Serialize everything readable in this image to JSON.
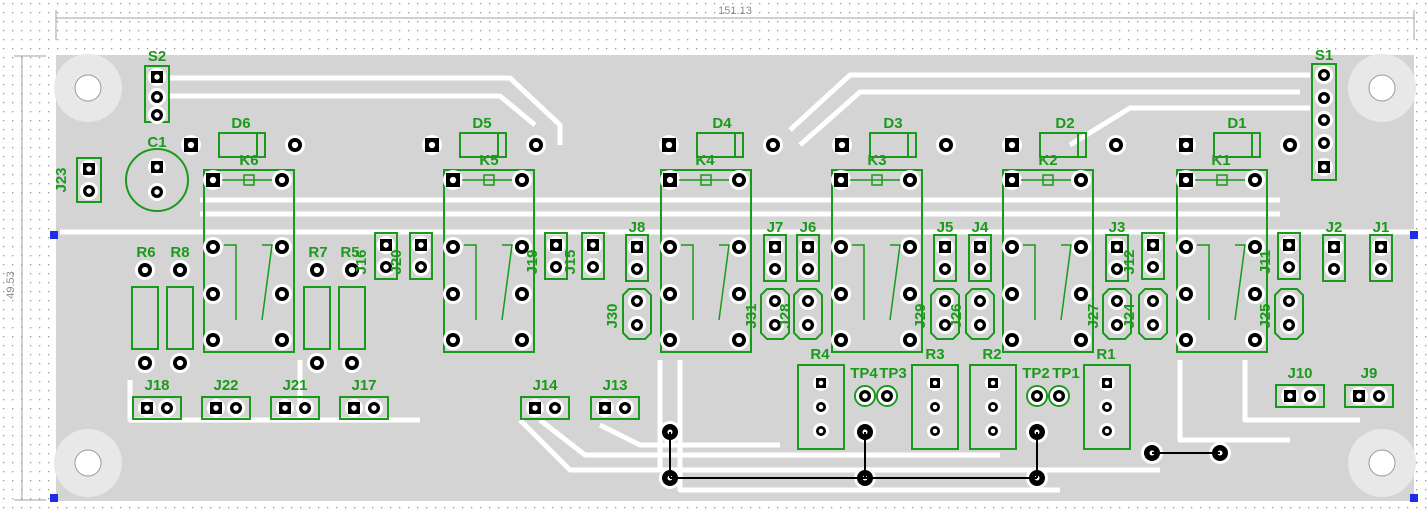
{
  "dimensions": {
    "width": "151.13",
    "height": "49.53"
  },
  "colors": {
    "copper": "#c8c8c8",
    "silk": "#1a9a1a",
    "background": "#ffffff",
    "pad": "#000000",
    "handle": "#1e2ee8"
  },
  "labels": {
    "S1": "S1",
    "S2": "S2",
    "C1": "C1",
    "D1": "D1",
    "D2": "D2",
    "D3": "D3",
    "D4": "D4",
    "D5": "D5",
    "D6": "D6",
    "K1": "K1",
    "K2": "K2",
    "K3": "K3",
    "K4": "K4",
    "K5": "K5",
    "K6": "K6",
    "R1": "R1",
    "R2": "R2",
    "R3": "R3",
    "R4": "R4",
    "R5": "R5",
    "R6": "R6",
    "R7": "R7",
    "R8": "R8",
    "TP1": "TP1",
    "TP2": "TP2",
    "TP3": "TP3",
    "TP4": "TP4",
    "J1": "J1",
    "J2": "J2",
    "J3": "J3",
    "J4": "J4",
    "J5": "J5",
    "J6": "J6",
    "J7": "J7",
    "J8": "J8",
    "J9": "J9",
    "J10": "J10",
    "J11": "J11",
    "J12": "J12",
    "J13": "J13",
    "J14": "J14",
    "J15": "J15",
    "J16": "J16",
    "J17": "J17",
    "J18": "J18",
    "J19": "J19",
    "J20": "J20",
    "J21": "J21",
    "J22": "J22",
    "J23": "J23",
    "J24": "J24",
    "J25": "J25",
    "J26": "J26",
    "J27": "J27",
    "J28": "J28",
    "J29": "J29",
    "J30": "J30",
    "J31": "J31"
  }
}
